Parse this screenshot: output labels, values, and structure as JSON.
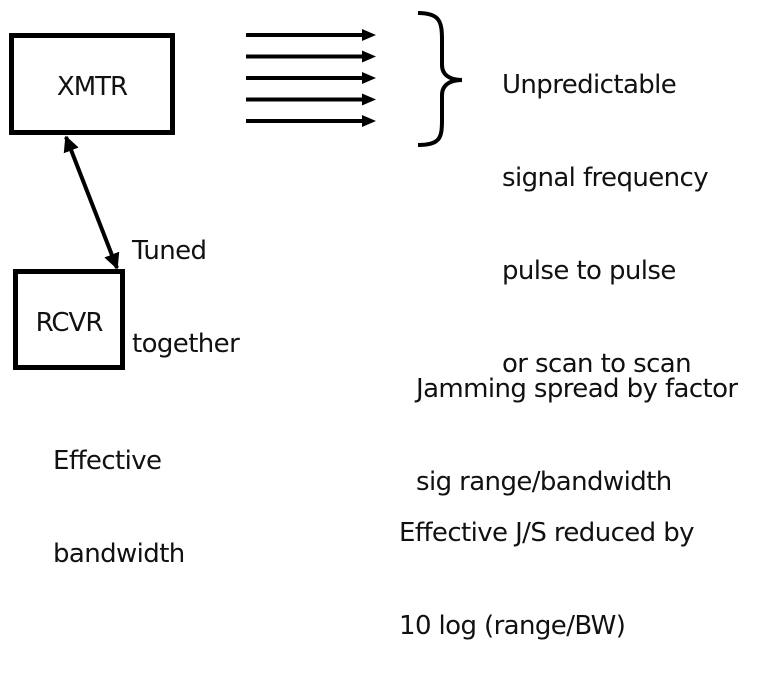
{
  "diagram": {
    "transmitter": {
      "label": "XMTR"
    },
    "receiver": {
      "label": "RCVR"
    },
    "link_label": [
      "Tuned",
      "together"
    ],
    "receiver_caption": [
      "Effective",
      "bandwidth"
    ],
    "signal_arrows_count": 5,
    "signal_description": [
      "Unpredictable",
      "signal frequency",
      "pulse to pulse",
      "or scan to scan"
    ],
    "jamming_note": [
      "Jamming spread by factor",
      "sig range/bandwidth"
    ],
    "js_note": [
      "Effective J/S reduced by",
      "10 log (range/BW)"
    ]
  }
}
